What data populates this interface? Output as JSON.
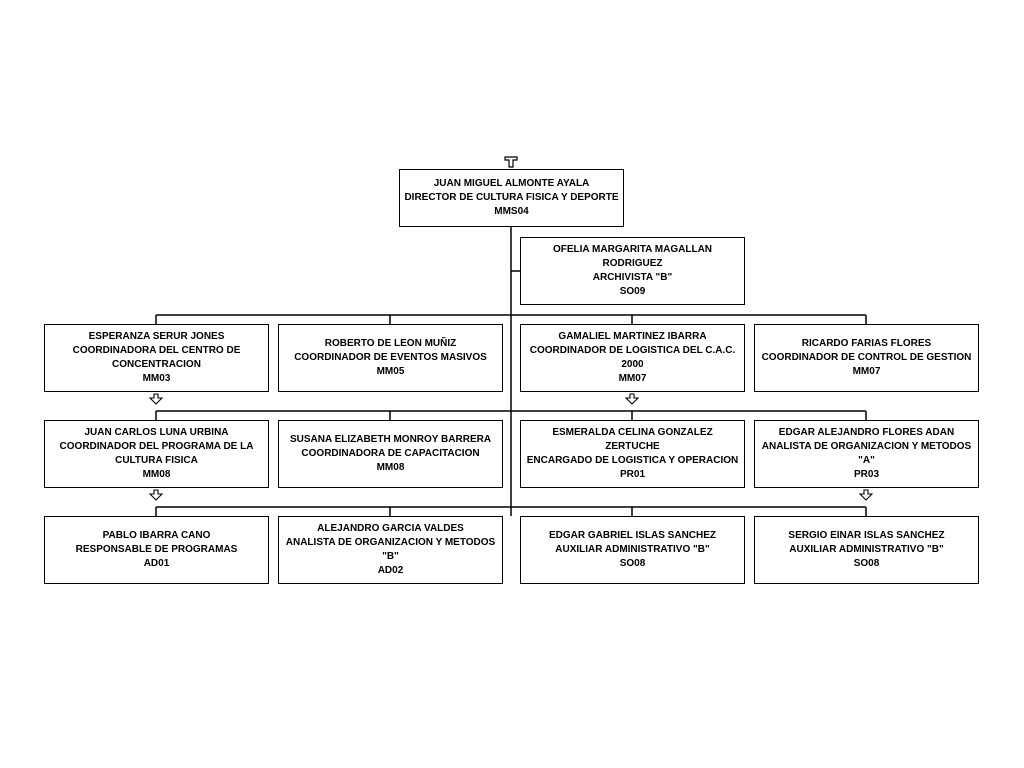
{
  "diagram": {
    "director": {
      "name": "JUAN MIGUEL ALMONTE AYALA",
      "title": "DIRECTOR DE CULTURA FISICA Y DEPORTE",
      "code": "MMS04"
    },
    "assistant": {
      "name": "OFELIA MARGARITA MAGALLAN",
      "name2": "RODRIGUEZ",
      "title": "ARCHIVISTA \"B\"",
      "code": "SO09"
    },
    "row1": [
      {
        "name": "ESPERANZA SERUR JONES",
        "title": "COORDINADORA DEL CENTRO DE",
        "title2": "CONCENTRACION",
        "code": "MM03"
      },
      {
        "name": "ROBERTO DE LEON MUÑIZ",
        "title": "COORDINADOR DE EVENTOS MASIVOS",
        "code": "MM05"
      },
      {
        "name": "GAMALIEL MARTINEZ IBARRA",
        "title": "COORDINADOR DE LOGISTICA DEL C.A.C.",
        "title2": "2000",
        "code": "MM07"
      },
      {
        "name": "RICARDO FARIAS FLORES",
        "title": "COORDINADOR DE CONTROL DE GESTION",
        "code": "MM07"
      }
    ],
    "row2": [
      {
        "name": "JUAN CARLOS LUNA URBINA",
        "title": "COORDINADOR DEL PROGRAMA DE LA",
        "title2": "CULTURA FISICA",
        "code": "MM08"
      },
      {
        "name": "SUSANA ELIZABETH MONROY BARRERA",
        "title": "COORDINADORA DE CAPACITACION",
        "code": "MM08"
      },
      {
        "name": "ESMERALDA CELINA GONZALEZ ZERTUCHE",
        "title": "ENCARGADO DE LOGISTICA Y OPERACION",
        "code": "PR01"
      },
      {
        "name": "EDGAR ALEJANDRO FLORES ADAN",
        "title": "ANALISTA DE ORGANIZACION Y METODOS",
        "title2": "\"A\"",
        "code": "PR03"
      }
    ],
    "row3": [
      {
        "name": "PABLO IBARRA CANO",
        "title": "RESPONSABLE DE PROGRAMAS",
        "code": "AD01"
      },
      {
        "name": "ALEJANDRO GARCIA VALDES",
        "title": "ANALISTA DE ORGANIZACION Y METODOS",
        "title2": "\"B\"",
        "code": "AD02"
      },
      {
        "name": "EDGAR GABRIEL ISLAS SANCHEZ",
        "title": "AUXILIAR ADMINISTRATIVO \"B\"",
        "code": "SO08"
      },
      {
        "name": "SERGIO EINAR ISLAS SANCHEZ",
        "title": "AUXILIAR ADMINISTRATIVO \"B\"",
        "code": "SO08"
      }
    ]
  }
}
